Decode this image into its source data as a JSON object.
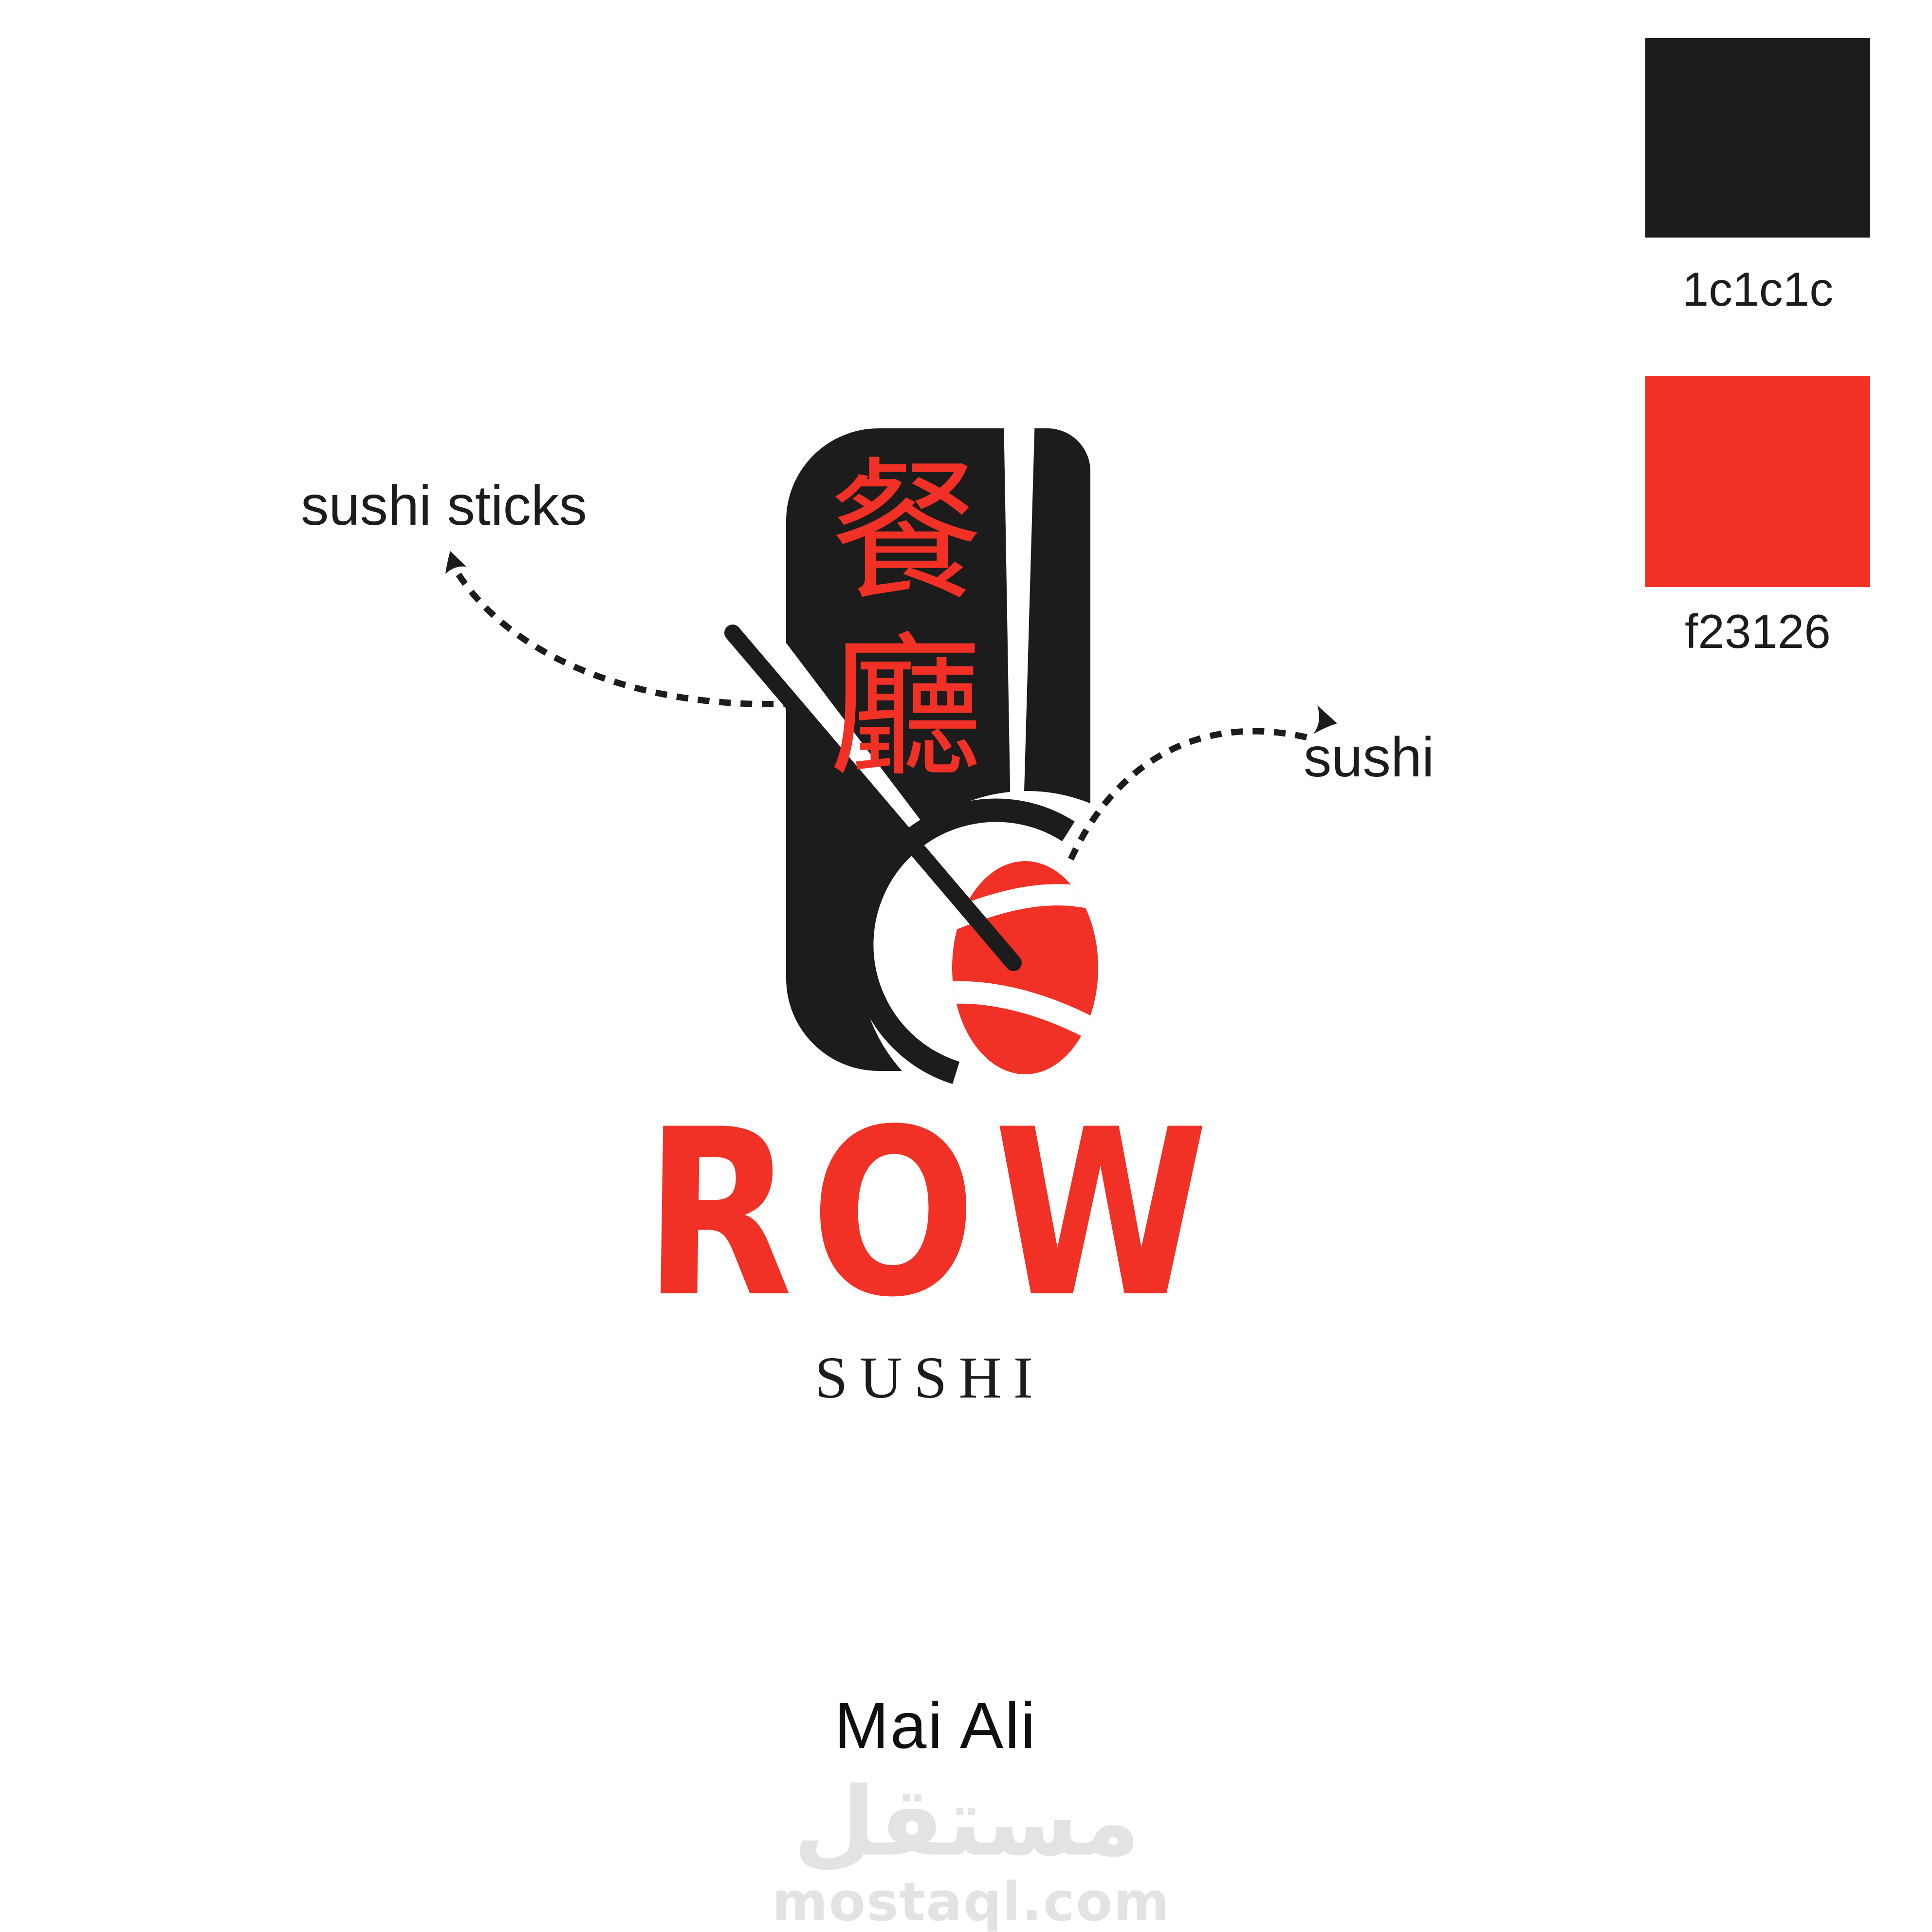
{
  "palette": {
    "swatches": [
      {
        "name": "dark",
        "label": "1c1c1c",
        "color": "#1c1c1c"
      },
      {
        "name": "red",
        "label": "f23126",
        "color": "#f23126"
      }
    ]
  },
  "logo": {
    "hanzi_top": "餐",
    "hanzi_bottom": "廳",
    "wordmark": "ROW",
    "tagline": "SUSHI"
  },
  "annotations": {
    "sticks": "sushi sticks",
    "sushi": "sushi"
  },
  "credit": {
    "designer": "Mai Ali"
  },
  "watermark": {
    "arabic": "مستقل",
    "domain": "mostaql.com"
  },
  "colors": {
    "ink": "#1c1c1c",
    "accent": "#f23126",
    "watermark_gray": "#e3e3e3",
    "background": "#ffffff"
  }
}
